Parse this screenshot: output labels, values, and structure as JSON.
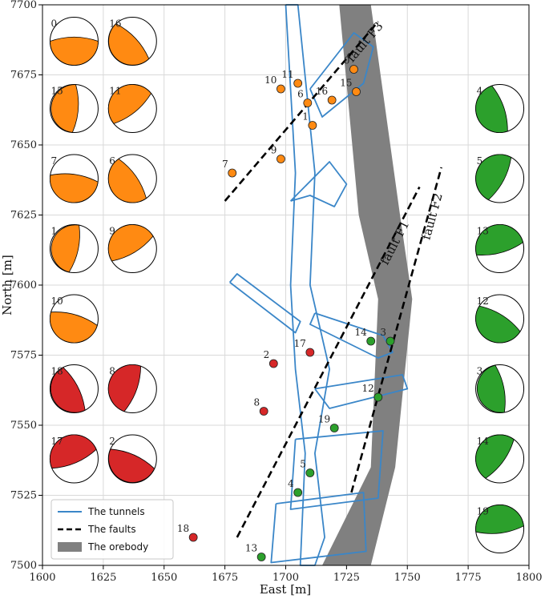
{
  "chart_data": {
    "type": "scatter",
    "xlabel": "East [m]",
    "ylabel": "North [m]",
    "xlim": [
      1600,
      1800
    ],
    "ylim": [
      7500,
      7700
    ],
    "xticks": [
      "1600",
      "1625",
      "1650",
      "1675",
      "1700",
      "1725",
      "1750",
      "1775",
      "1800"
    ],
    "yticks": [
      "7500",
      "7525",
      "7550",
      "7575",
      "7600",
      "7625",
      "7650",
      "7675",
      "7700"
    ],
    "grid": true,
    "legend_position": "bottom-left",
    "legend": [
      {
        "label": "The tunnels",
        "kind": "tunnel"
      },
      {
        "label": "The faults",
        "kind": "fault"
      },
      {
        "label": "The orebody",
        "kind": "orebody"
      }
    ],
    "colors": {
      "orange": "#ff8a12",
      "red": "#d62728",
      "green": "#2ca02c",
      "tunnel": "#3a86c8",
      "orebody": "#808080",
      "grid": "#d9d9d9"
    },
    "events": [
      {
        "id": "0",
        "x": 1728,
        "y": 7677,
        "color": "orange"
      },
      {
        "id": "10",
        "x": 1698,
        "y": 7670,
        "color": "orange"
      },
      {
        "id": "11",
        "x": 1705,
        "y": 7672,
        "color": "orange"
      },
      {
        "id": "6",
        "x": 1709,
        "y": 7665,
        "color": "orange"
      },
      {
        "id": "16",
        "x": 1719,
        "y": 7666,
        "color": "orange"
      },
      {
        "id": "15",
        "x": 1729,
        "y": 7669,
        "color": "orange"
      },
      {
        "id": "1",
        "x": 1711,
        "y": 7657,
        "color": "orange"
      },
      {
        "id": "9",
        "x": 1698,
        "y": 7645,
        "color": "orange"
      },
      {
        "id": "7",
        "x": 1678,
        "y": 7640,
        "color": "orange"
      },
      {
        "id": "17",
        "x": 1710,
        "y": 7576,
        "color": "red"
      },
      {
        "id": "2",
        "x": 1695,
        "y": 7572,
        "color": "red"
      },
      {
        "id": "8",
        "x": 1691,
        "y": 7555,
        "color": "red"
      },
      {
        "id": "18",
        "x": 1662,
        "y": 7510,
        "color": "red"
      },
      {
        "id": "14",
        "x": 1735,
        "y": 7580,
        "color": "green"
      },
      {
        "id": "3",
        "x": 1743,
        "y": 7580,
        "color": "green"
      },
      {
        "id": "12",
        "x": 1738,
        "y": 7560,
        "color": "green"
      },
      {
        "id": "19",
        "x": 1720,
        "y": 7549,
        "color": "green"
      },
      {
        "id": "5",
        "x": 1710,
        "y": 7533,
        "color": "green"
      },
      {
        "id": "4",
        "x": 1705,
        "y": 7526,
        "color": "green"
      },
      {
        "id": "13",
        "x": 1690,
        "y": 7503,
        "color": "green"
      }
    ],
    "faults": [
      {
        "name": "fault F3",
        "points": [
          [
            1675,
            7630
          ],
          [
            1738,
            7694
          ]
        ]
      },
      {
        "name": "fault F1",
        "points": [
          [
            1680,
            7510
          ],
          [
            1755,
            7635
          ]
        ]
      },
      {
        "name": "fault F2",
        "points": [
          [
            1727,
            7526
          ],
          [
            1764,
            7642
          ]
        ]
      }
    ],
    "orebody": [
      [
        1715,
        7700
      ],
      [
        1735,
        7700
      ],
      [
        1747,
        7625
      ],
      [
        1752,
        7595
      ],
      [
        1745,
        7535
      ],
      [
        1735,
        7500
      ],
      [
        1715,
        7500
      ],
      [
        1735,
        7535
      ],
      [
        1738,
        7595
      ],
      [
        1730,
        7625
      ],
      [
        1722,
        7700
      ]
    ],
    "tunnels": [
      [
        [
          1700,
          7700
        ],
        [
          1705,
          7700
        ],
        [
          1712,
          7640
        ],
        [
          1710,
          7600
        ],
        [
          1718,
          7570
        ],
        [
          1712,
          7540
        ],
        [
          1716,
          7510
        ],
        [
          1712,
          7500
        ],
        [
          1706,
          7500
        ],
        [
          1708,
          7540
        ],
        [
          1704,
          7570
        ],
        [
          1702,
          7600
        ],
        [
          1704,
          7640
        ],
        [
          1700,
          7700
        ]
      ],
      [
        [
          1677,
          7601
        ],
        [
          1680,
          7604
        ],
        [
          1706,
          7587
        ],
        [
          1704,
          7583
        ],
        [
          1677,
          7601
        ]
      ],
      [
        [
          1702,
          7630
        ],
        [
          1718,
          7644
        ],
        [
          1725,
          7636
        ],
        [
          1720,
          7628
        ],
        [
          1710,
          7632
        ],
        [
          1702,
          7630
        ]
      ],
      [
        [
          1710,
          7670
        ],
        [
          1728,
          7690
        ],
        [
          1736,
          7685
        ],
        [
          1732,
          7672
        ],
        [
          1715,
          7660
        ],
        [
          1710,
          7670
        ]
      ],
      [
        [
          1712,
          7590
        ],
        [
          1740,
          7582
        ],
        [
          1744,
          7576
        ],
        [
          1738,
          7574
        ],
        [
          1710,
          7586
        ],
        [
          1712,
          7590
        ]
      ],
      [
        [
          1712,
          7563
        ],
        [
          1748,
          7568
        ],
        [
          1750,
          7563
        ],
        [
          1718,
          7556
        ],
        [
          1712,
          7563
        ]
      ],
      [
        [
          1704,
          7545
        ],
        [
          1740,
          7548
        ],
        [
          1738,
          7524
        ],
        [
          1702,
          7520
        ],
        [
          1704,
          7545
        ]
      ],
      [
        [
          1696,
          7522
        ],
        [
          1732,
          7526
        ],
        [
          1733,
          7505
        ],
        [
          1694,
          7501
        ],
        [
          1696,
          7522
        ]
      ]
    ]
  },
  "beachballs": [
    {
      "id": "0",
      "color": "orange",
      "x": 1613,
      "y": 7687
    },
    {
      "id": "16",
      "color": "orange",
      "x": 1637,
      "y": 7687
    },
    {
      "id": "15",
      "color": "orange",
      "x": 1613,
      "y": 7663
    },
    {
      "id": "11",
      "color": "orange",
      "x": 1637,
      "y": 7663
    },
    {
      "id": "7",
      "color": "orange",
      "x": 1613,
      "y": 7638
    },
    {
      "id": "6",
      "color": "orange",
      "x": 1637,
      "y": 7638
    },
    {
      "id": "1",
      "color": "orange",
      "x": 1613,
      "y": 7613
    },
    {
      "id": "9",
      "color": "orange",
      "x": 1637,
      "y": 7613
    },
    {
      "id": "10",
      "color": "orange",
      "x": 1613,
      "y": 7588
    },
    {
      "id": "18",
      "color": "red",
      "x": 1613,
      "y": 7563
    },
    {
      "id": "8",
      "color": "red",
      "x": 1637,
      "y": 7563
    },
    {
      "id": "17",
      "color": "red",
      "x": 1613,
      "y": 7538
    },
    {
      "id": "2",
      "color": "red",
      "x": 1637,
      "y": 7538
    },
    {
      "id": "4",
      "color": "green",
      "x": 1788,
      "y": 7663
    },
    {
      "id": "5",
      "color": "green",
      "x": 1788,
      "y": 7638
    },
    {
      "id": "13",
      "color": "green",
      "x": 1788,
      "y": 7613
    },
    {
      "id": "12",
      "color": "green",
      "x": 1788,
      "y": 7588
    },
    {
      "id": "3",
      "color": "green",
      "x": 1788,
      "y": 7563
    },
    {
      "id": "14",
      "color": "green",
      "x": 1788,
      "y": 7538
    },
    {
      "id": "19",
      "color": "green",
      "x": 1788,
      "y": 7513
    }
  ]
}
